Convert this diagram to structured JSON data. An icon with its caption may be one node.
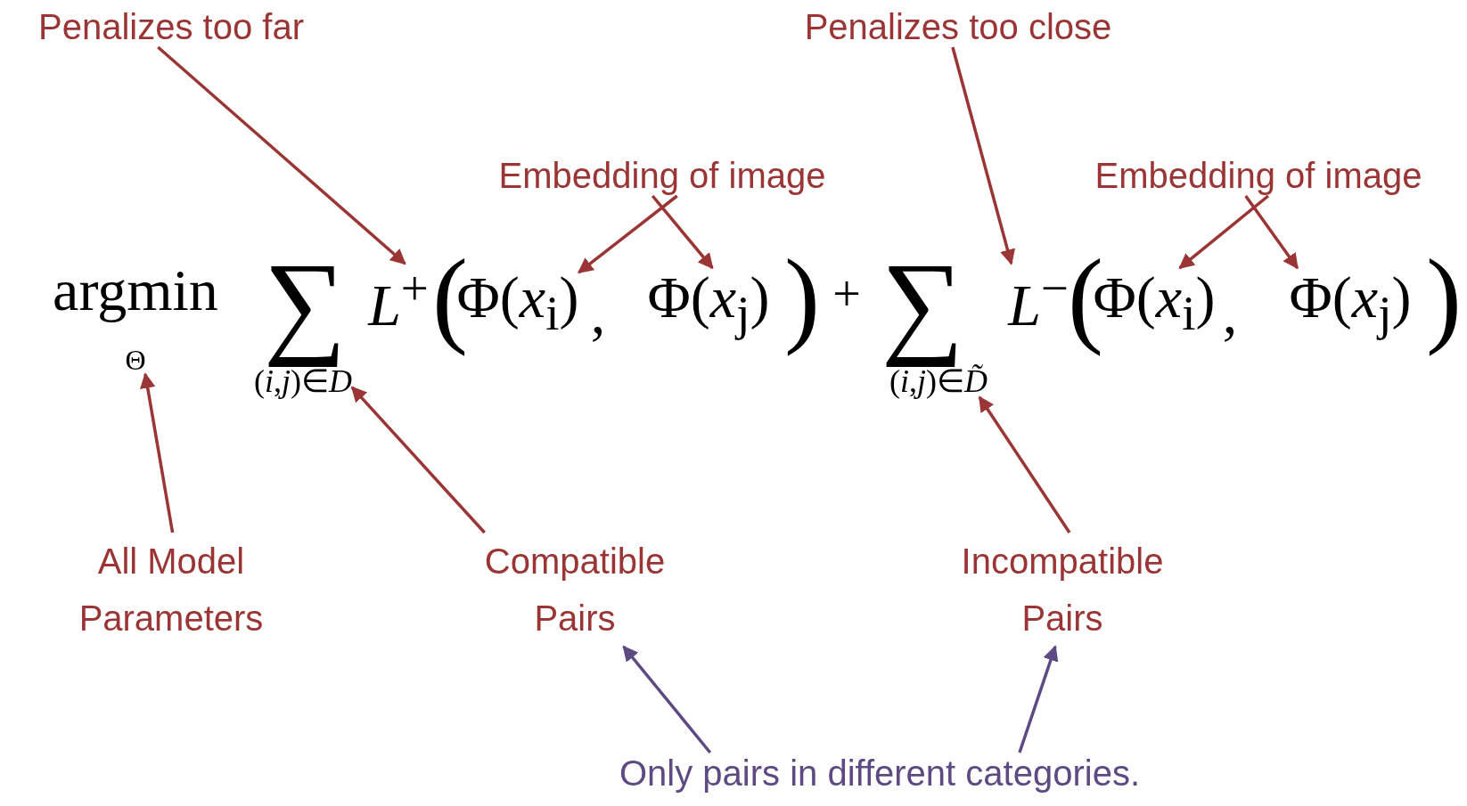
{
  "diagram": {
    "nodes": [
      {
        "text": [
          "Penalizes too far"
        ]
      },
      {
        "text": [
          "Penalizes too close"
        ]
      },
      {
        "text": [
          "Embedding of image"
        ]
      },
      {
        "text": [
          "Embedding of image"
        ]
      },
      {
        "text": [
          "*L*$^{+}$"
        ]
      },
      {
        "text": [
          "Φ(*x*$_{i}$)"
        ]
      },
      {
        "text": [
          "Φ(*x*$_{j}$)"
        ]
      },
      {
        "text": [
          "*L*$^{−}$"
        ]
      },
      {
        "text": [
          "Φ(*x*$_{i}$)"
        ]
      },
      {
        "text": [
          "Φ(*x*$_{j}$)"
        ]
      },
      {
        "text": [
          "Θ"
        ]
      },
      {
        "text": [
          "(*i*,*j*)∈*D*"
        ]
      },
      {
        "text": [
          "(*i*,*j*)∈*D̃*"
        ]
      },
      {
        "text": [
          "All Model Parameters"
        ]
      },
      {
        "text": [
          "Compatible Pairs"
        ]
      },
      {
        "text": [
          "Incompatible Pairs"
        ]
      },
      {
        "text": [
          "Only pairs in different categories."
        ]
      }
    ],
    "edges": [
      {
        "from": 0,
        "to": 4,
        "arrow": "to"
      },
      {
        "from": 1,
        "to": 7,
        "arrow": "to"
      },
      {
        "from": 2,
        "to": 5,
        "arrow": "to"
      },
      {
        "from": 2,
        "to": 6,
        "arrow": "to"
      },
      {
        "from": 3,
        "to": 8,
        "arrow": "to"
      },
      {
        "from": 3,
        "to": 9,
        "arrow": "to"
      },
      {
        "from": 13,
        "to": 10,
        "arrow": "to"
      },
      {
        "from": 14,
        "to": 11,
        "arrow": "to"
      },
      {
        "from": 15,
        "to": 12,
        "arrow": "to"
      },
      {
        "from": 16,
        "to": 14,
        "arrow": "to",
        "color": "#5e4a82"
      },
      {
        "from": 16,
        "to": 15,
        "arrow": "to",
        "color": "#5e4a82"
      }
    ],
    "labels": [
      "argmin",
      "∑",
      "(",
      ",",
      ")",
      "+",
      "∑",
      "(",
      ",",
      ")"
    ]
  }
}
